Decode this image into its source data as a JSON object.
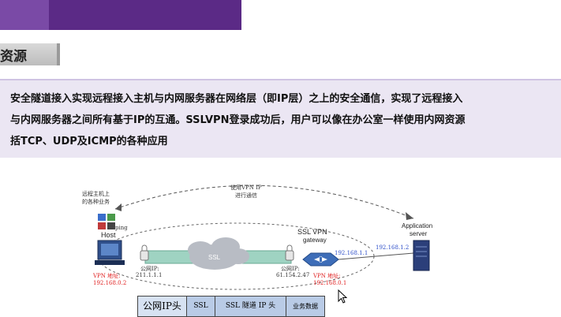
{
  "section": {
    "title": "资源"
  },
  "description": {
    "lines": [
      "安全隧道接入实现远程接入主机与内网服务器在网络层（即IP层）之上的安全通信，实现了远程接入",
      "与内网服务器之间所有基于IP的互通。SSLVPN登录成功后，用户可以像在办公室一样使用内网资源",
      "括TCP、UDP及ICMP的各种应用"
    ]
  },
  "diagram": {
    "host_apps_label": [
      "远程主机上",
      "的各种业务"
    ],
    "ping_label": "ping",
    "host_label": "Host",
    "vpn_ip_note": [
      "使用VPN IP",
      "进行通信"
    ],
    "tunnel_label": "SSL",
    "gateway_label": [
      "SSL VPN",
      "gateway"
    ],
    "server_label": [
      "Application",
      "server"
    ],
    "host_public_ip": [
      "公网IP:",
      "211.1.1.1"
    ],
    "gateway_public_ip": [
      "公网IP:",
      "61.154.2.47"
    ],
    "gateway_inner_ip": "192.168.1.1",
    "server_ip": "192.168.1.2",
    "host_vpn_addr": [
      "VPN 地址:",
      "192.168.0.2"
    ],
    "gateway_vpn_addr": [
      "VPN 地址:",
      "192.168.0.1"
    ],
    "packet_cells": [
      "公网IP头",
      "SSL",
      "SSL 隧道 IP 头",
      "业务数据"
    ]
  },
  "colors": {
    "banner": "#5b2a86",
    "text_box_bg": "#ebe6f3",
    "packet_header_bg": "#d7e2f2",
    "packet_body_bg": "#b9cbe6",
    "tunnel": "#9fd3c2"
  }
}
